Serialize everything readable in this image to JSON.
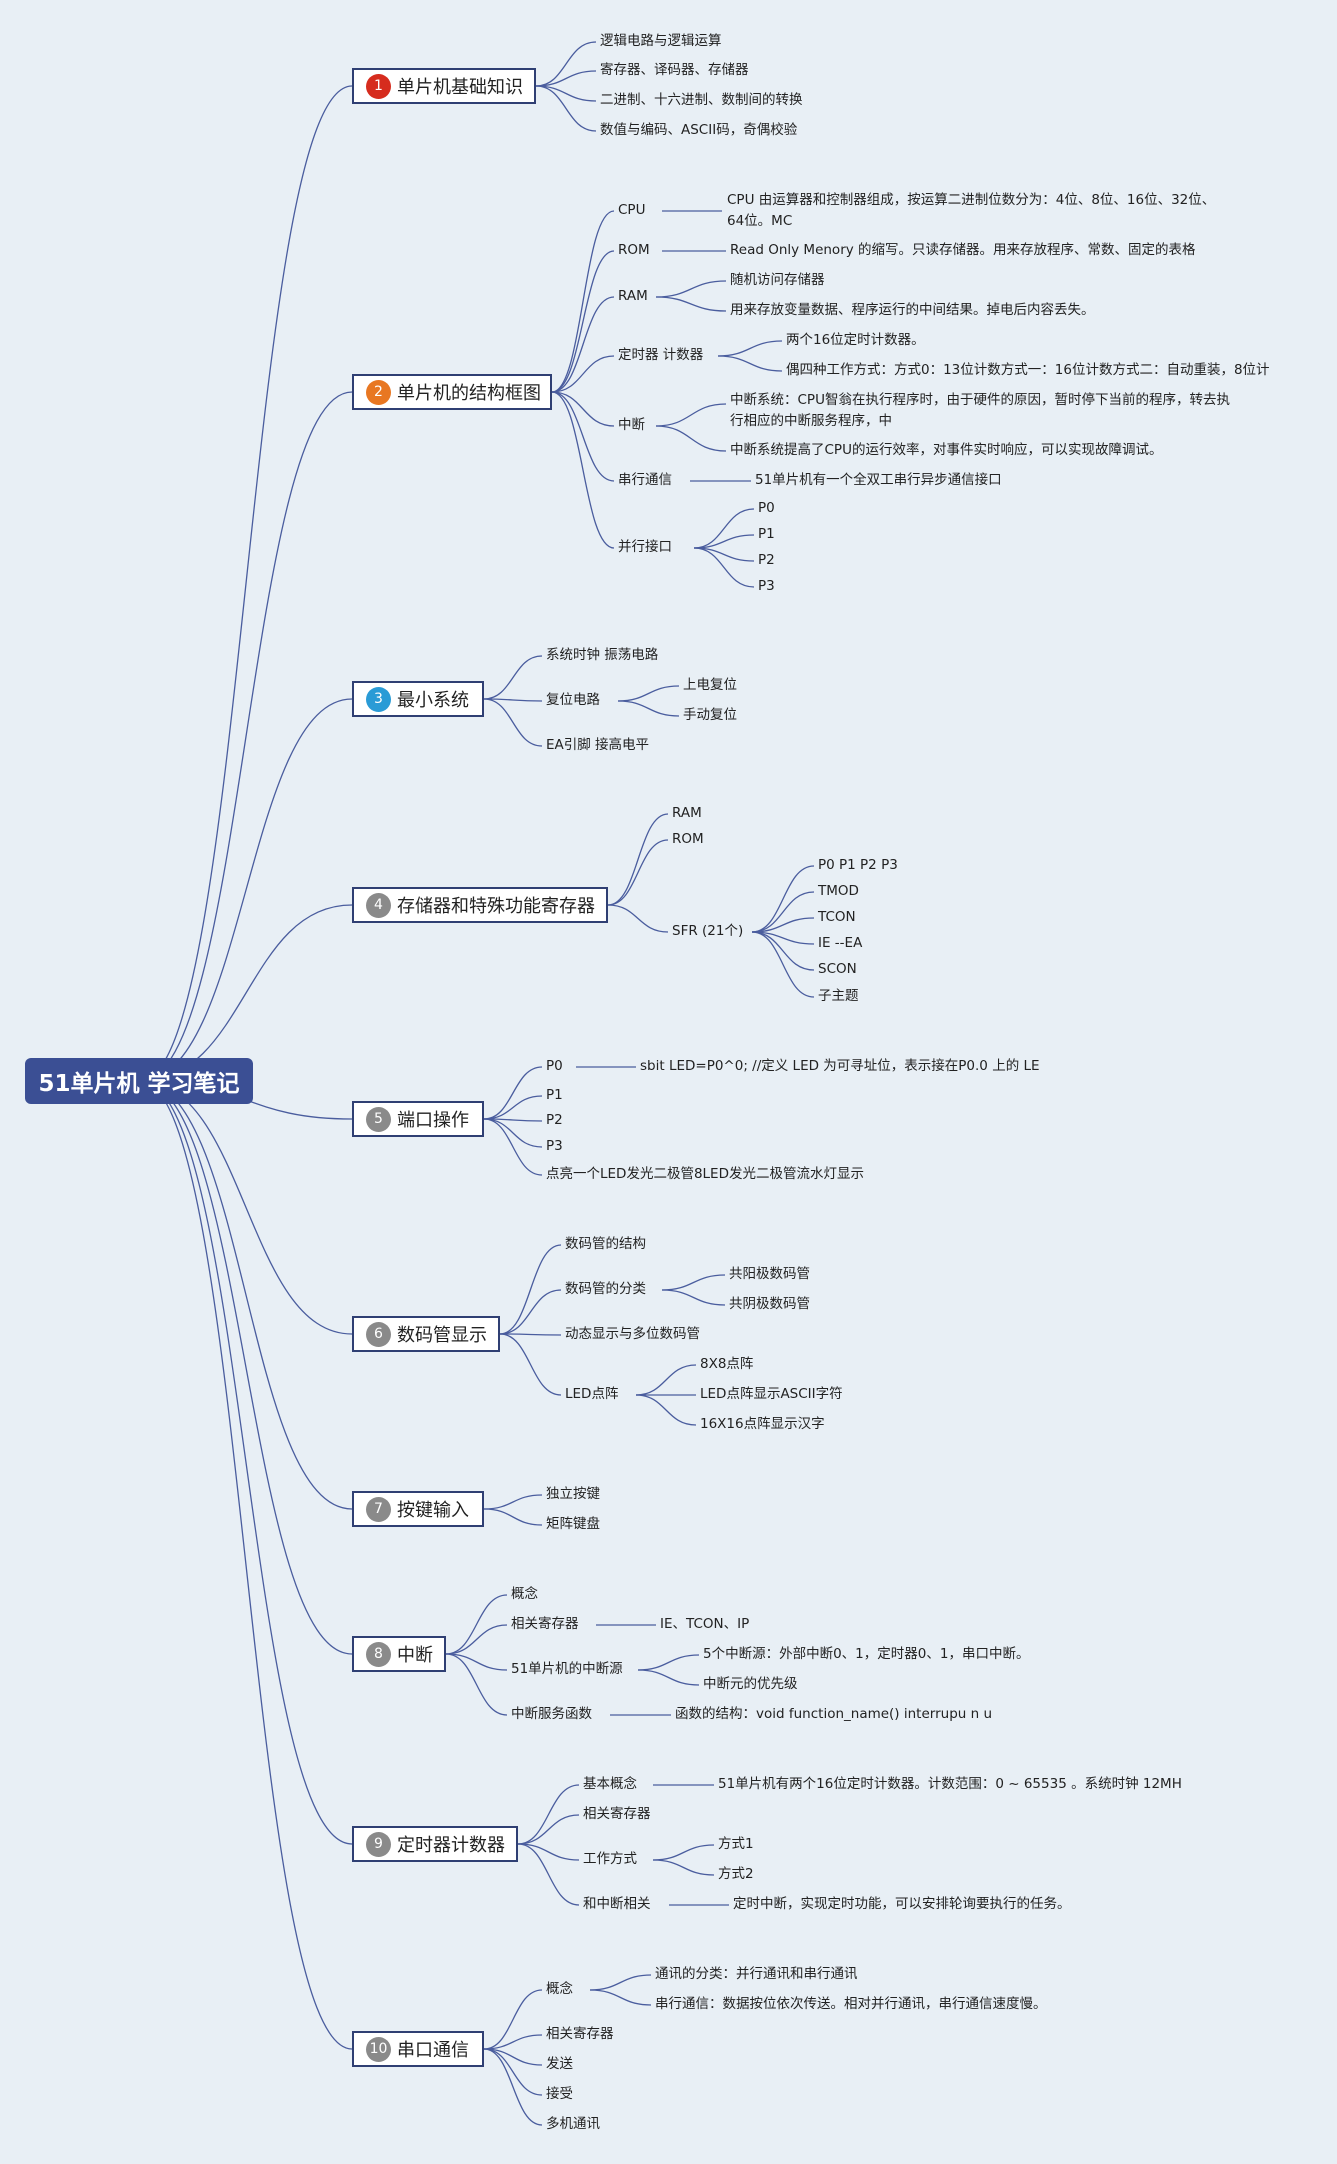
{
  "root": "51单片机 学习笔记",
  "colors": {
    "root_bg": "#3b4f94",
    "line": "#4a5d9e",
    "topic_border": "#2f3f73",
    "background": "#e8eff5"
  },
  "topics": [
    {
      "label": "单片机基础知识",
      "badge": "1",
      "badge_color": "#d62c1e",
      "children": [
        {
          "label": "逻辑电路与逻辑运算"
        },
        {
          "label": "寄存器、译码器、存储器"
        },
        {
          "label": "二进制、十六进制、数制间的转换"
        },
        {
          "label": "数值与编码、ASCII码，奇偶校验"
        }
      ]
    },
    {
      "label": "单片机的结构框图",
      "badge": "2",
      "badge_color": "#e87722",
      "children": [
        {
          "label": "CPU",
          "children": [
            {
              "label": "CPU 由运算器和控制器组成，按运算二进制位数分为：4位、8位、16位、32位、64位。MC"
            }
          ]
        },
        {
          "label": "ROM",
          "children": [
            {
              "label": "Read Only Menory 的缩写。只读存储器。用来存放程序、常数、固定的表格"
            }
          ]
        },
        {
          "label": "RAM",
          "children": [
            {
              "label": "随机访问存储器"
            },
            {
              "label": "用来存放变量数据、程序运行的中间结果。掉电后内容丢失。"
            }
          ]
        },
        {
          "label": "定时器 计数器",
          "children": [
            {
              "label": "两个16位定时计数器。"
            },
            {
              "label": "偶四种工作方式：方式0：13位计数方式一：16位计数方式二：自动重装，8位计"
            }
          ]
        },
        {
          "label": "中断",
          "children": [
            {
              "label": "中断系统：CPU智翁在执行程序时，由于硬件的原因，暂时停下当前的程序，转去执行相应的中断服务程序，中"
            },
            {
              "label": "中断系统提高了CPU的运行效率，对事件实时响应，可以实现故障调试。"
            }
          ]
        },
        {
          "label": "串行通信",
          "children": [
            {
              "label": "51单片机有一个全双工串行异步通信接口"
            }
          ]
        },
        {
          "label": "并行接口",
          "children": [
            {
              "label": "P0"
            },
            {
              "label": "P1"
            },
            {
              "label": "P2"
            },
            {
              "label": "P3"
            }
          ]
        }
      ]
    },
    {
      "label": "最小系统",
      "badge": "3",
      "badge_color": "#2a9bd6",
      "children": [
        {
          "label": "系统时钟 振荡电路"
        },
        {
          "label": "复位电路",
          "children": [
            {
              "label": "上电复位"
            },
            {
              "label": "手动复位"
            }
          ]
        },
        {
          "label": "EA引脚 接高电平"
        }
      ]
    },
    {
      "label": "存储器和特殊功能寄存器",
      "badge": "4",
      "badge_color": "#8a8a8a",
      "children": [
        {
          "label": "RAM"
        },
        {
          "label": "ROM"
        },
        {
          "label": "SFR (21个)",
          "children": [
            {
              "label": "P0 P1 P2 P3"
            },
            {
              "label": "TMOD"
            },
            {
              "label": "TCON"
            },
            {
              "label": "IE --EA"
            },
            {
              "label": "SCON"
            },
            {
              "label": "子主题"
            }
          ]
        }
      ]
    },
    {
      "label": "端口操作",
      "badge": "5",
      "badge_color": "#8a8a8a",
      "children": [
        {
          "label": "P0",
          "children": [
            {
              "label": "sbit LED=P0^0;  //定义 LED 为可寻址位，表示接在P0.0 上的 LE"
            }
          ]
        },
        {
          "label": "P1"
        },
        {
          "label": "P2"
        },
        {
          "label": "P3"
        },
        {
          "label": "点亮一个LED发光二极管8LED发光二极管流水灯显示"
        }
      ]
    },
    {
      "label": "数码管显示",
      "badge": "6",
      "badge_color": "#8a8a8a",
      "children": [
        {
          "label": "数码管的结构"
        },
        {
          "label": "数码管的分类",
          "children": [
            {
              "label": "共阳极数码管"
            },
            {
              "label": "共阴极数码管"
            }
          ]
        },
        {
          "label": "动态显示与多位数码管"
        },
        {
          "label": "LED点阵",
          "children": [
            {
              "label": "8X8点阵"
            },
            {
              "label": "LED点阵显示ASCII字符"
            },
            {
              "label": "16X16点阵显示汉字"
            }
          ]
        }
      ]
    },
    {
      "label": "按键输入",
      "badge": "7",
      "badge_color": "#8a8a8a",
      "children": [
        {
          "label": "独立按键"
        },
        {
          "label": "矩阵键盘"
        }
      ]
    },
    {
      "label": "中断",
      "badge": "8",
      "badge_color": "#8a8a8a",
      "children": [
        {
          "label": "概念"
        },
        {
          "label": "相关寄存器",
          "children": [
            {
              "label": "IE、TCON、IP"
            }
          ]
        },
        {
          "label": "51单片机的中断源",
          "children": [
            {
              "label": "5个中断源：外部中断0、1，定时器0、1，串口中断。"
            },
            {
              "label": "中断元的优先级"
            }
          ]
        },
        {
          "label": "中断服务函数",
          "children": [
            {
              "label": "函数的结构：void  function_name() interrupu n u"
            }
          ]
        }
      ]
    },
    {
      "label": "定时器计数器",
      "badge": "9",
      "badge_color": "#8a8a8a",
      "children": [
        {
          "label": "基本概念",
          "children": [
            {
              "label": "51单片机有两个16位定时计数器。计数范围：0 ~ 65535 。系统时钟 12MH"
            }
          ]
        },
        {
          "label": "相关寄存器"
        },
        {
          "label": "工作方式",
          "children": [
            {
              "label": "方式1"
            },
            {
              "label": "方式2"
            }
          ]
        },
        {
          "label": "和中断相关",
          "children": [
            {
              "label": "定时中断，实现定时功能，可以安排轮询要执行的任务。"
            }
          ]
        }
      ]
    },
    {
      "label": "串口通信",
      "badge": "10",
      "badge_color": "#8a8a8a",
      "children": [
        {
          "label": "概念",
          "children": [
            {
              "label": "通讯的分类：并行通讯和串行通讯"
            },
            {
              "label": "串行通信：数据按位依次传送。相对并行通讯，串行通信速度慢。"
            }
          ]
        },
        {
          "label": "相关寄存器"
        },
        {
          "label": "发送"
        },
        {
          "label": "接受"
        },
        {
          "label": "多机通讯"
        }
      ]
    }
  ]
}
